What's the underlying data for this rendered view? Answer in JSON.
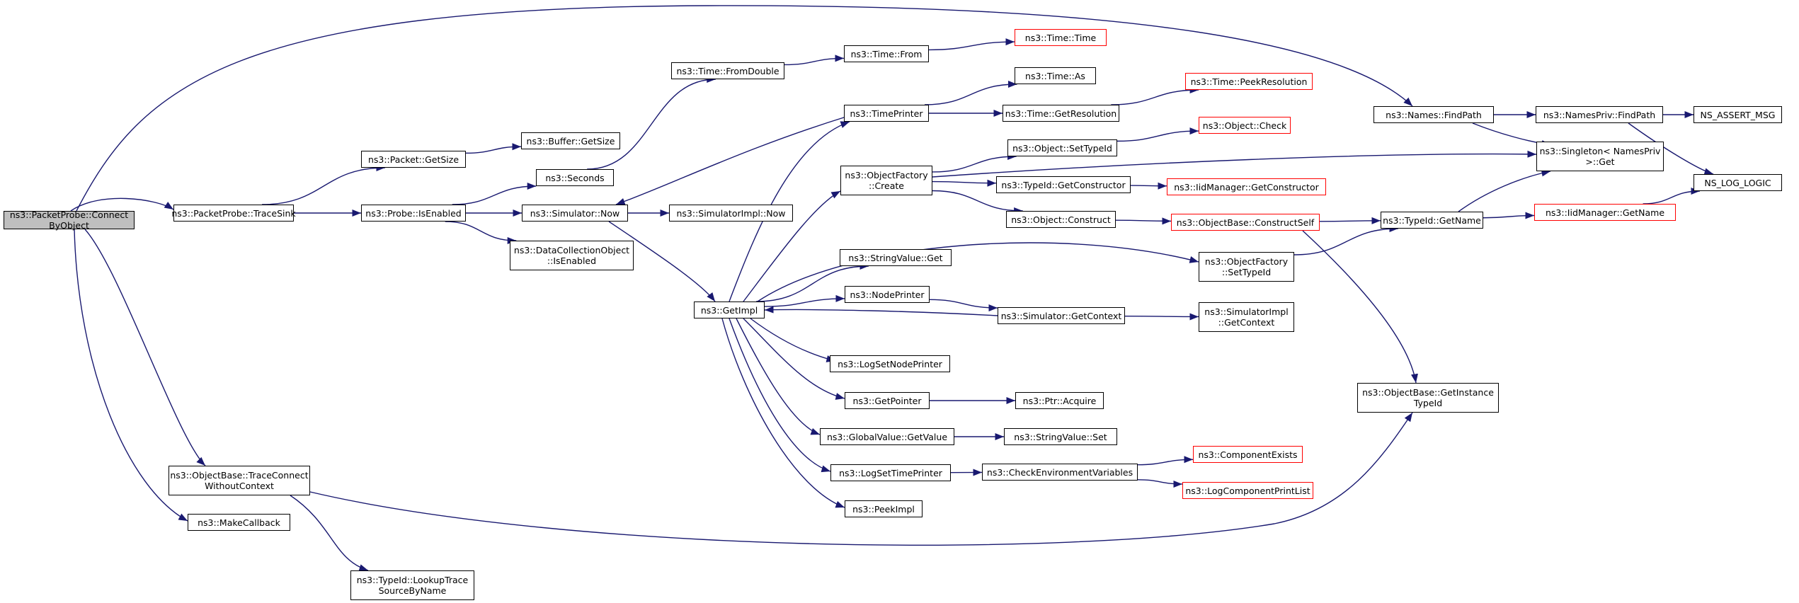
{
  "diagram": {
    "colors": {
      "edge": "#191970",
      "node_border": "#000000",
      "linked_border": "#ff0000",
      "root_fill": "#bfbfbf"
    },
    "nodes": {
      "root": {
        "lines": [
          "ns3::PacketProbe::Connect",
          "ByObject"
        ]
      },
      "traceSink": {
        "lines": [
          "ns3::PacketProbe::TraceSink"
        ]
      },
      "traceConnect": {
        "lines": [
          "ns3::ObjectBase::TraceConnect",
          "WithoutContext"
        ]
      },
      "makeCallback": {
        "lines": [
          "ns3::MakeCallback"
        ]
      },
      "lookupTrace": {
        "lines": [
          "ns3::TypeId::LookupTrace",
          "SourceByName"
        ]
      },
      "packetGetSize": {
        "lines": [
          "ns3::Packet::GetSize"
        ]
      },
      "probeIsEnabled": {
        "lines": [
          "ns3::Probe::IsEnabled"
        ]
      },
      "bufferGetSize": {
        "lines": [
          "ns3::Buffer::GetSize"
        ]
      },
      "seconds": {
        "lines": [
          "ns3::Seconds"
        ]
      },
      "simNow": {
        "lines": [
          "ns3::Simulator::Now"
        ]
      },
      "dcoIsEnabled": {
        "lines": [
          "ns3::DataCollectionObject",
          "::IsEnabled"
        ]
      },
      "fromDouble": {
        "lines": [
          "ns3::Time::FromDouble"
        ]
      },
      "timeFrom": {
        "lines": [
          "ns3::Time::From"
        ]
      },
      "timeTime": {
        "lines": [
          "ns3::Time::Time"
        ],
        "linked": true
      },
      "timePrinter": {
        "lines": [
          "ns3::TimePrinter"
        ]
      },
      "timeAs": {
        "lines": [
          "ns3::Time::As"
        ]
      },
      "getResolution": {
        "lines": [
          "ns3::Time::GetResolution"
        ]
      },
      "peekResolution": {
        "lines": [
          "ns3::Time::PeekResolution"
        ],
        "linked": true
      },
      "simImplNow": {
        "lines": [
          "ns3::SimulatorImpl::Now"
        ]
      },
      "getImpl": {
        "lines": [
          "ns3::GetImpl"
        ]
      },
      "ofCreate": {
        "lines": [
          "ns3::ObjectFactory",
          "::Create"
        ]
      },
      "setTypeIdObj": {
        "lines": [
          "ns3::Object::SetTypeId"
        ]
      },
      "objCheck": {
        "lines": [
          "ns3::Object::Check"
        ],
        "linked": true
      },
      "getConstructor": {
        "lines": [
          "ns3::TypeId::GetConstructor"
        ]
      },
      "iidGetConstructor": {
        "lines": [
          "ns3::IidManager::GetConstructor"
        ],
        "linked": true
      },
      "objConstruct": {
        "lines": [
          "ns3::Object::Construct"
        ]
      },
      "constructSelf": {
        "lines": [
          "ns3::ObjectBase::ConstructSelf"
        ],
        "linked": true
      },
      "stringValueGet": {
        "lines": [
          "ns3::StringValue::Get"
        ]
      },
      "ofSetTypeId": {
        "lines": [
          "ns3::ObjectFactory",
          "::SetTypeId"
        ]
      },
      "nodePrinter": {
        "lines": [
          "ns3::NodePrinter"
        ]
      },
      "simGetContext": {
        "lines": [
          "ns3::Simulator::GetContext"
        ]
      },
      "simImplGetContext": {
        "lines": [
          "ns3::SimulatorImpl",
          "::GetContext"
        ]
      },
      "logSetNodePrinter": {
        "lines": [
          "ns3::LogSetNodePrinter"
        ]
      },
      "getPointer": {
        "lines": [
          "ns3::GetPointer"
        ]
      },
      "ptrAcquire": {
        "lines": [
          "ns3::Ptr::Acquire"
        ]
      },
      "gvGetValue": {
        "lines": [
          "ns3::GlobalValue::GetValue"
        ]
      },
      "stringValueSet": {
        "lines": [
          "ns3::StringValue::Set"
        ]
      },
      "logSetTimePrinter": {
        "lines": [
          "ns3::LogSetTimePrinter"
        ]
      },
      "checkEnv": {
        "lines": [
          "ns3::CheckEnvironmentVariables"
        ]
      },
      "componentExists": {
        "lines": [
          "ns3::ComponentExists"
        ],
        "linked": true
      },
      "logComponentPrintList": {
        "lines": [
          "ns3::LogComponentPrintList"
        ],
        "linked": true
      },
      "peekImpl": {
        "lines": [
          "ns3::PeekImpl"
        ]
      },
      "namesFindPath": {
        "lines": [
          "ns3::Names::FindPath"
        ]
      },
      "namesPrivFindPath": {
        "lines": [
          "ns3::NamesPriv::FindPath"
        ]
      },
      "nsAssertMsg": {
        "lines": [
          "NS_ASSERT_MSG"
        ]
      },
      "singletonGet": {
        "lines": [
          "ns3::Singleton< NamesPriv",
          " >::Get"
        ]
      },
      "nsLogLogic": {
        "lines": [
          "NS_LOG_LOGIC"
        ]
      },
      "typeIdGetName": {
        "lines": [
          "ns3::TypeId::GetName"
        ]
      },
      "iidGetName": {
        "lines": [
          "ns3::IidManager::GetName"
        ],
        "linked": true
      },
      "getInstanceTypeId": {
        "lines": [
          "ns3::ObjectBase::GetInstance",
          "TypeId"
        ]
      }
    },
    "edges": [
      [
        "root",
        "traceSink"
      ],
      [
        "root",
        "traceConnect"
      ],
      [
        "root",
        "makeCallback"
      ],
      [
        "root",
        "namesFindPath"
      ],
      [
        "traceSink",
        "packetGetSize"
      ],
      [
        "traceSink",
        "probeIsEnabled"
      ],
      [
        "traceConnect",
        "lookupTrace"
      ],
      [
        "traceConnect",
        "getInstanceTypeId"
      ],
      [
        "packetGetSize",
        "bufferGetSize"
      ],
      [
        "probeIsEnabled",
        "seconds"
      ],
      [
        "probeIsEnabled",
        "simNow"
      ],
      [
        "probeIsEnabled",
        "dcoIsEnabled"
      ],
      [
        "seconds",
        "fromDouble"
      ],
      [
        "fromDouble",
        "timeFrom"
      ],
      [
        "timeFrom",
        "timeTime"
      ],
      [
        "simNow",
        "simImplNow"
      ],
      [
        "simNow",
        "getImpl"
      ],
      [
        "timePrinter",
        "simNow"
      ],
      [
        "timePrinter",
        "timeAs"
      ],
      [
        "timePrinter",
        "getResolution"
      ],
      [
        "getResolution",
        "peekResolution"
      ],
      [
        "getImpl",
        "timePrinter"
      ],
      [
        "getImpl",
        "ofCreate"
      ],
      [
        "getImpl",
        "stringValueGet"
      ],
      [
        "getImpl",
        "ofSetTypeId"
      ],
      [
        "getImpl",
        "nodePrinter"
      ],
      [
        "getImpl",
        "logSetNodePrinter"
      ],
      [
        "getImpl",
        "getPointer"
      ],
      [
        "getImpl",
        "gvGetValue"
      ],
      [
        "getImpl",
        "logSetTimePrinter"
      ],
      [
        "getImpl",
        "peekImpl"
      ],
      [
        "simGetContext",
        "getImpl"
      ],
      [
        "simGetContext",
        "simImplGetContext"
      ],
      [
        "nodePrinter",
        "simGetContext"
      ],
      [
        "ofCreate",
        "setTypeIdObj"
      ],
      [
        "ofCreate",
        "getConstructor"
      ],
      [
        "ofCreate",
        "objConstruct"
      ],
      [
        "ofCreate",
        "singletonGet"
      ],
      [
        "setTypeIdObj",
        "objCheck"
      ],
      [
        "getConstructor",
        "iidGetConstructor"
      ],
      [
        "objConstruct",
        "constructSelf"
      ],
      [
        "constructSelf",
        "typeIdGetName"
      ],
      [
        "constructSelf",
        "getInstanceTypeId"
      ],
      [
        "ofSetTypeId",
        "typeIdGetName"
      ],
      [
        "typeIdGetName",
        "singletonGet"
      ],
      [
        "typeIdGetName",
        "iidGetName"
      ],
      [
        "iidGetName",
        "nsLogLogic"
      ],
      [
        "getPointer",
        "ptrAcquire"
      ],
      [
        "gvGetValue",
        "stringValueSet"
      ],
      [
        "logSetTimePrinter",
        "checkEnv"
      ],
      [
        "checkEnv",
        "componentExists"
      ],
      [
        "checkEnv",
        "logComponentPrintList"
      ],
      [
        "namesFindPath",
        "namesPrivFindPath"
      ],
      [
        "namesFindPath",
        "singletonGet"
      ],
      [
        "namesPrivFindPath",
        "nsAssertMsg"
      ],
      [
        "namesPrivFindPath",
        "nsLogLogic"
      ]
    ]
  }
}
